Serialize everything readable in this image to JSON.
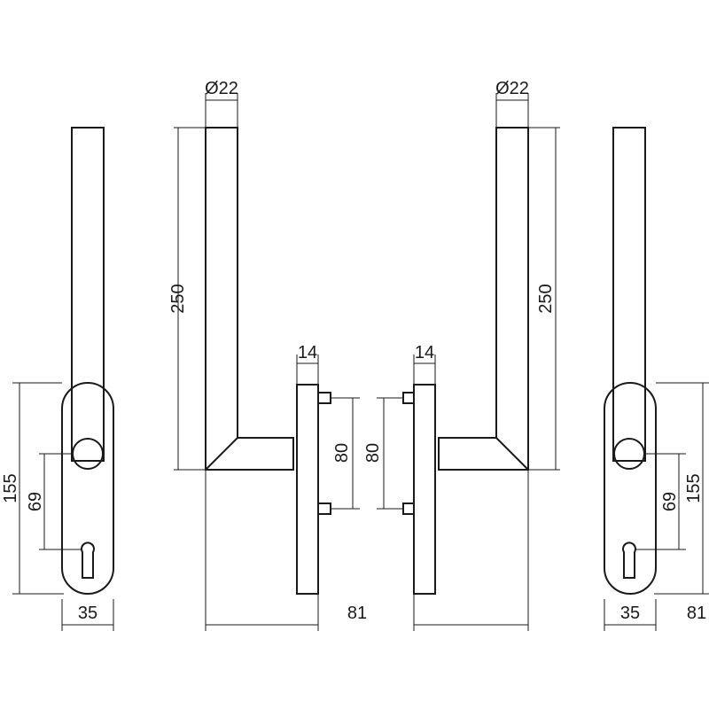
{
  "dimensions": {
    "front_left": {
      "total_height": "155",
      "spindle_to_cylinder": "69",
      "width": "35"
    },
    "side_left": {
      "grip_diameter": "Ø22",
      "lever_length": "250",
      "rose_thickness": "14",
      "screw_spacing": "80",
      "projection": "81"
    },
    "side_right": {
      "grip_diameter": "Ø22",
      "lever_length": "250",
      "rose_thickness": "14",
      "screw_spacing": "80"
    },
    "front_right": {
      "spindle_to_cylinder": "69",
      "total_height": "155",
      "width": "35",
      "projection": "81"
    }
  }
}
